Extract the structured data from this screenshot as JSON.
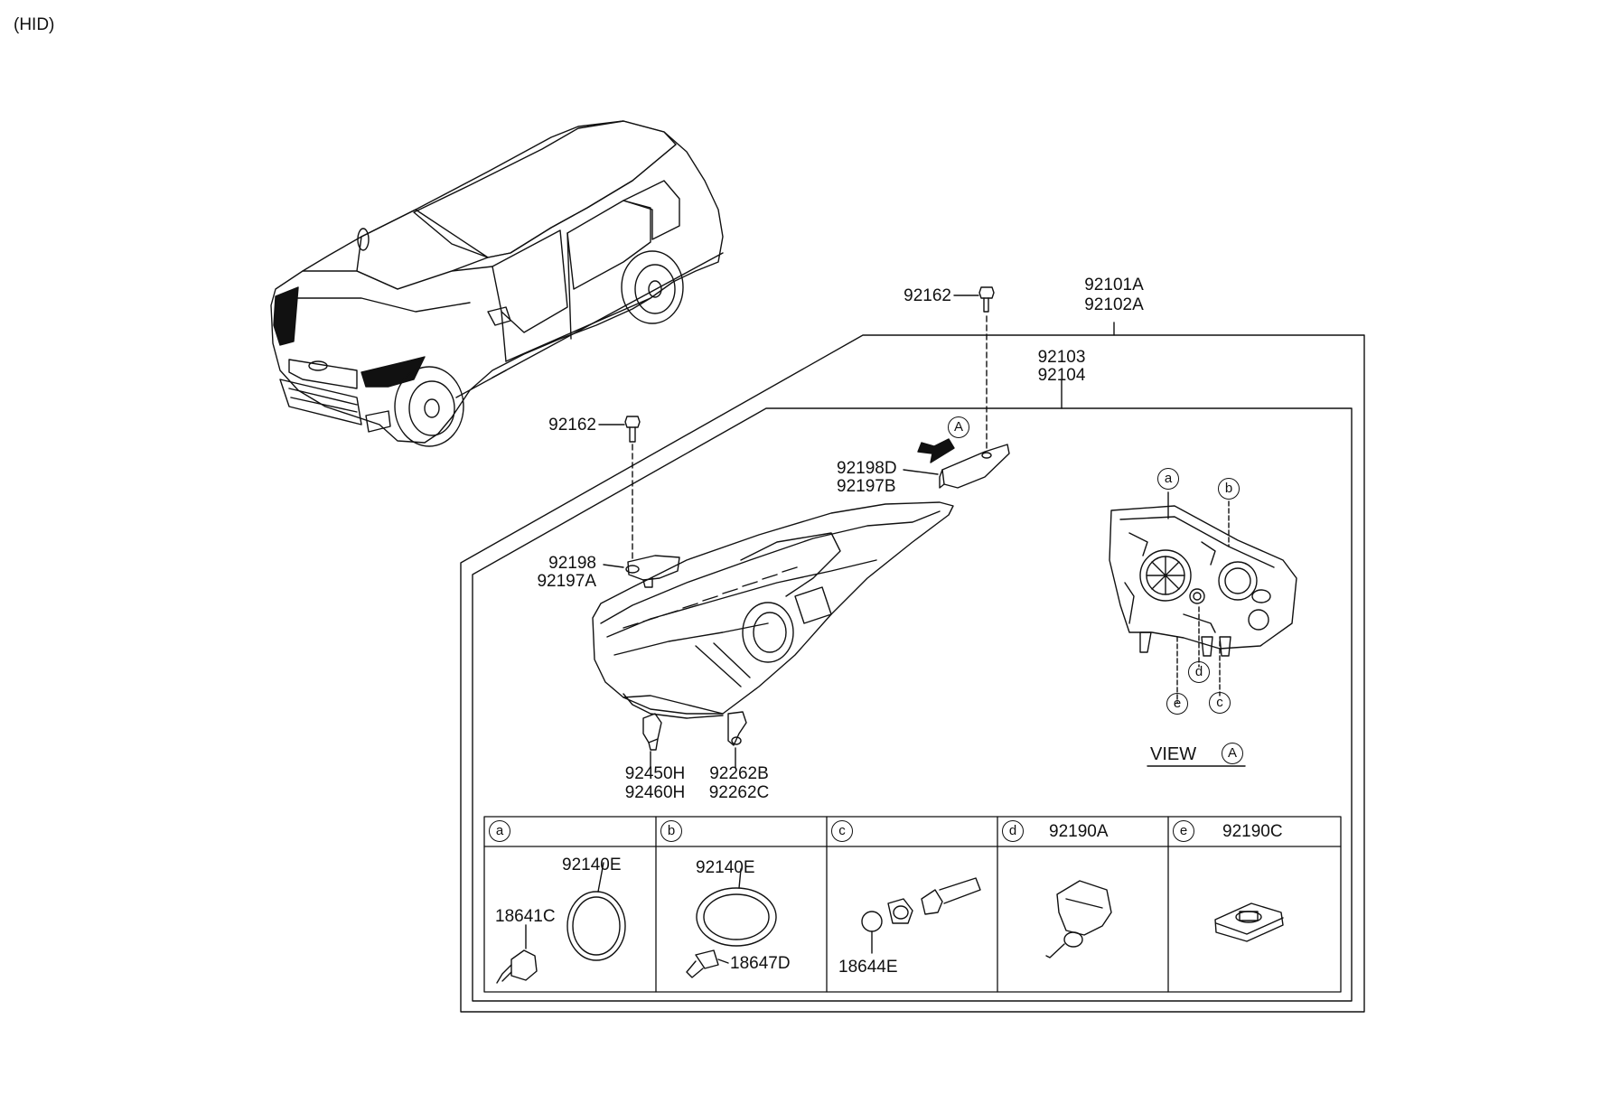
{
  "header": {
    "title": "(HID)"
  },
  "assembly": {
    "outer_parts": [
      "92101A",
      "92102A"
    ],
    "inner_parts": [
      "92103",
      "92104"
    ]
  },
  "callouts": {
    "bolt_top": "92162",
    "bolt_left": "92162",
    "bracket_right": [
      "92198D",
      "92197B"
    ],
    "bracket_left": [
      "92198",
      "92197A"
    ],
    "socket_left": [
      "92450H",
      "92460H"
    ],
    "socket_right": [
      "92262B",
      "92262C"
    ]
  },
  "view": {
    "label": "VIEW",
    "ref": "A",
    "arrow_ref": "A",
    "markers": [
      "a",
      "b",
      "c",
      "d",
      "e"
    ]
  },
  "detail_table": [
    {
      "key": "a",
      "title": "",
      "parts": [
        "92140E",
        "18641C"
      ]
    },
    {
      "key": "b",
      "title": "",
      "parts": [
        "92140E",
        "18647D"
      ]
    },
    {
      "key": "c",
      "title": "",
      "parts": [
        "18644E"
      ]
    },
    {
      "key": "d",
      "title": "92190A",
      "parts": []
    },
    {
      "key": "e",
      "title": "92190C",
      "parts": []
    }
  ]
}
